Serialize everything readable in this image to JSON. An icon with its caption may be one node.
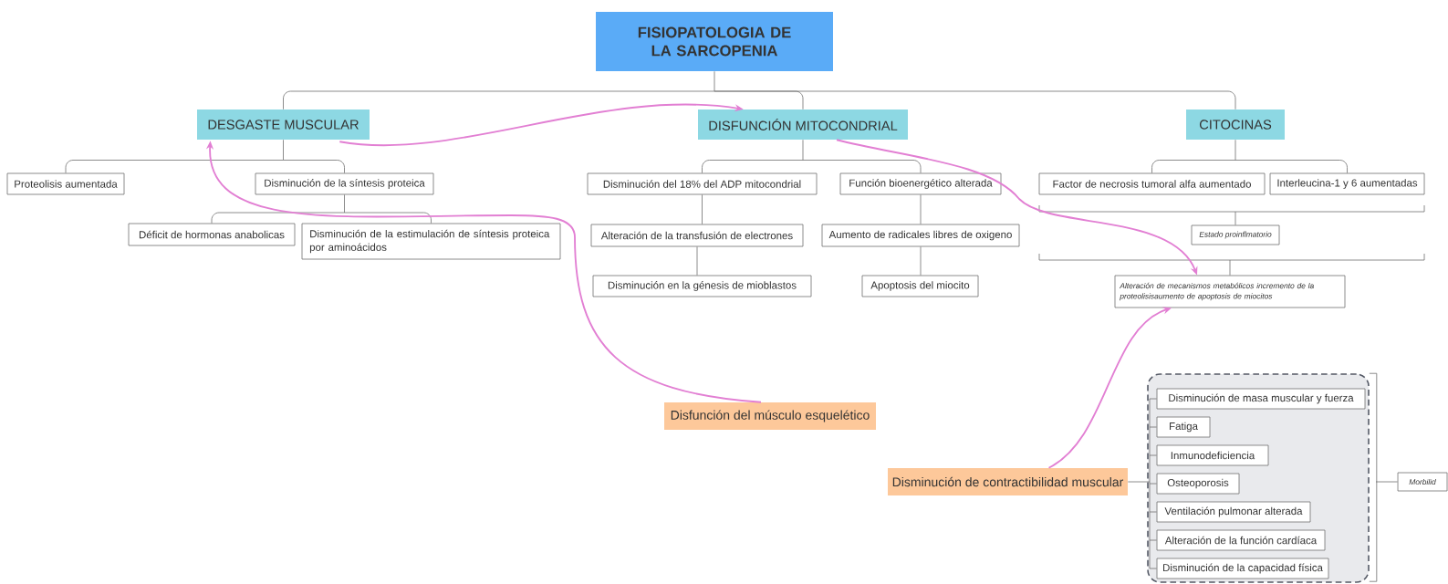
{
  "diagram": {
    "nodes": [
      {
        "text": [
          "FISIOPATOLOGIA DE LA SARCOPENIA"
        ]
      },
      {
        "text": [
          "DESGASTE MUSCULAR"
        ]
      },
      {
        "text": [
          "DISFUNCIÓN MITOCONDRIAL"
        ]
      },
      {
        "text": [
          "CITOCINAS"
        ]
      },
      {
        "text": [
          "Proteolisis aumentada"
        ]
      },
      {
        "text": [
          "Disminución de la síntesis proteica"
        ]
      },
      {
        "text": [
          "Déficit de hormonas anabolicas"
        ]
      },
      {
        "text": [
          "Disminución de la estimulación de síntesis proteica por aminoácidos"
        ]
      },
      {
        "text": [
          "Disminución del 18% del ADP mitocondrial"
        ]
      },
      {
        "text": [
          "Alteración de la transfusión de electrones"
        ]
      },
      {
        "text": [
          "Disminución en la génesis de mioblastos"
        ]
      },
      {
        "text": [
          "Función bioenergético alterada"
        ]
      },
      {
        "text": [
          "Aumento de radicales libres de oxigeno"
        ]
      },
      {
        "text": [
          "Apoptosis del miocito"
        ]
      },
      {
        "text": [
          "Factor de necrosis tumoral alfa aumentado"
        ]
      },
      {
        "text": [
          "Interleucina-1 y 6 aumentadas"
        ]
      },
      {
        "text": [
          "Estado proinflmatorio"
        ]
      },
      {
        "text": [
          "Alteración de mecanismos metabólicos incremento de la proteolisisaumento de apoptosis de miocitos"
        ]
      },
      {
        "text": [
          "Disfunción del músculo esquelético"
        ]
      },
      {
        "text": [
          "Disminución de contractibilidad muscular"
        ]
      },
      {
        "text": [],
        "shape": "box"
      },
      {
        "text": [
          "Disminución de masa muscular y fuerza"
        ],
        "in": 20
      },
      {
        "text": [
          "Fatiga"
        ],
        "in": 20
      },
      {
        "text": [
          "Inmunodeficiencia"
        ],
        "in": 20
      },
      {
        "text": [
          "Osteoporosis"
        ],
        "in": 20
      },
      {
        "text": [
          "Ventilación pulmonar alterada"
        ],
        "in": 20
      },
      {
        "text": [
          "Alteración de la función cardíaca"
        ],
        "in": 20
      },
      {
        "text": [
          "Disminución de la capacidad física"
        ],
        "in": 20
      },
      {
        "text": [
          "Morbilid"
        ]
      }
    ],
    "edges": [
      {
        "from": 0,
        "to": 1,
        "arrow": "none"
      },
      {
        "from": 0,
        "to": 2,
        "arrow": "none"
      },
      {
        "from": 0,
        "to": 3,
        "arrow": "none"
      },
      {
        "from": 1,
        "to": 4,
        "arrow": "none"
      },
      {
        "from": 1,
        "to": 5,
        "arrow": "none"
      },
      {
        "from": 5,
        "to": 6,
        "arrow": "none"
      },
      {
        "from": 5,
        "to": 7,
        "arrow": "none"
      },
      {
        "from": 2,
        "to": 8,
        "arrow": "none"
      },
      {
        "from": 2,
        "to": 11,
        "arrow": "none"
      },
      {
        "from": 8,
        "to": 9,
        "arrow": "none"
      },
      {
        "from": 9,
        "to": 10,
        "arrow": "none"
      },
      {
        "from": 11,
        "to": 12,
        "arrow": "none"
      },
      {
        "from": 12,
        "to": 13,
        "arrow": "none"
      },
      {
        "from": 3,
        "to": 14,
        "arrow": "none"
      },
      {
        "from": 3,
        "to": 15,
        "arrow": "none"
      },
      {
        "from": 14,
        "to": 16,
        "arrow": "none"
      },
      {
        "from": 15,
        "to": 16,
        "arrow": "none"
      },
      {
        "from": 16,
        "to": 17,
        "arrow": "none"
      },
      {
        "from": 19,
        "to": 21,
        "arrow": "none"
      },
      {
        "from": 19,
        "to": 22,
        "arrow": "none"
      },
      {
        "from": 19,
        "to": 23,
        "arrow": "none"
      },
      {
        "from": 19,
        "to": 24,
        "arrow": "none"
      },
      {
        "from": 19,
        "to": 25,
        "arrow": "none"
      },
      {
        "from": 19,
        "to": 26,
        "arrow": "none"
      },
      {
        "from": 19,
        "to": 27,
        "arrow": "none"
      },
      {
        "from": 20,
        "to": 28,
        "arrow": "none"
      },
      {
        "from": 1,
        "to": 2,
        "arrow": "to",
        "color": "#e27fd3"
      },
      {
        "from": 2,
        "to": 17,
        "arrow": "to",
        "color": "#e27fd3"
      },
      {
        "from": 18,
        "to": 1,
        "arrow": "to",
        "color": "#e27fd3"
      },
      {
        "from": 19,
        "to": 17,
        "arrow": "to",
        "color": "#e27fd3"
      }
    ]
  }
}
